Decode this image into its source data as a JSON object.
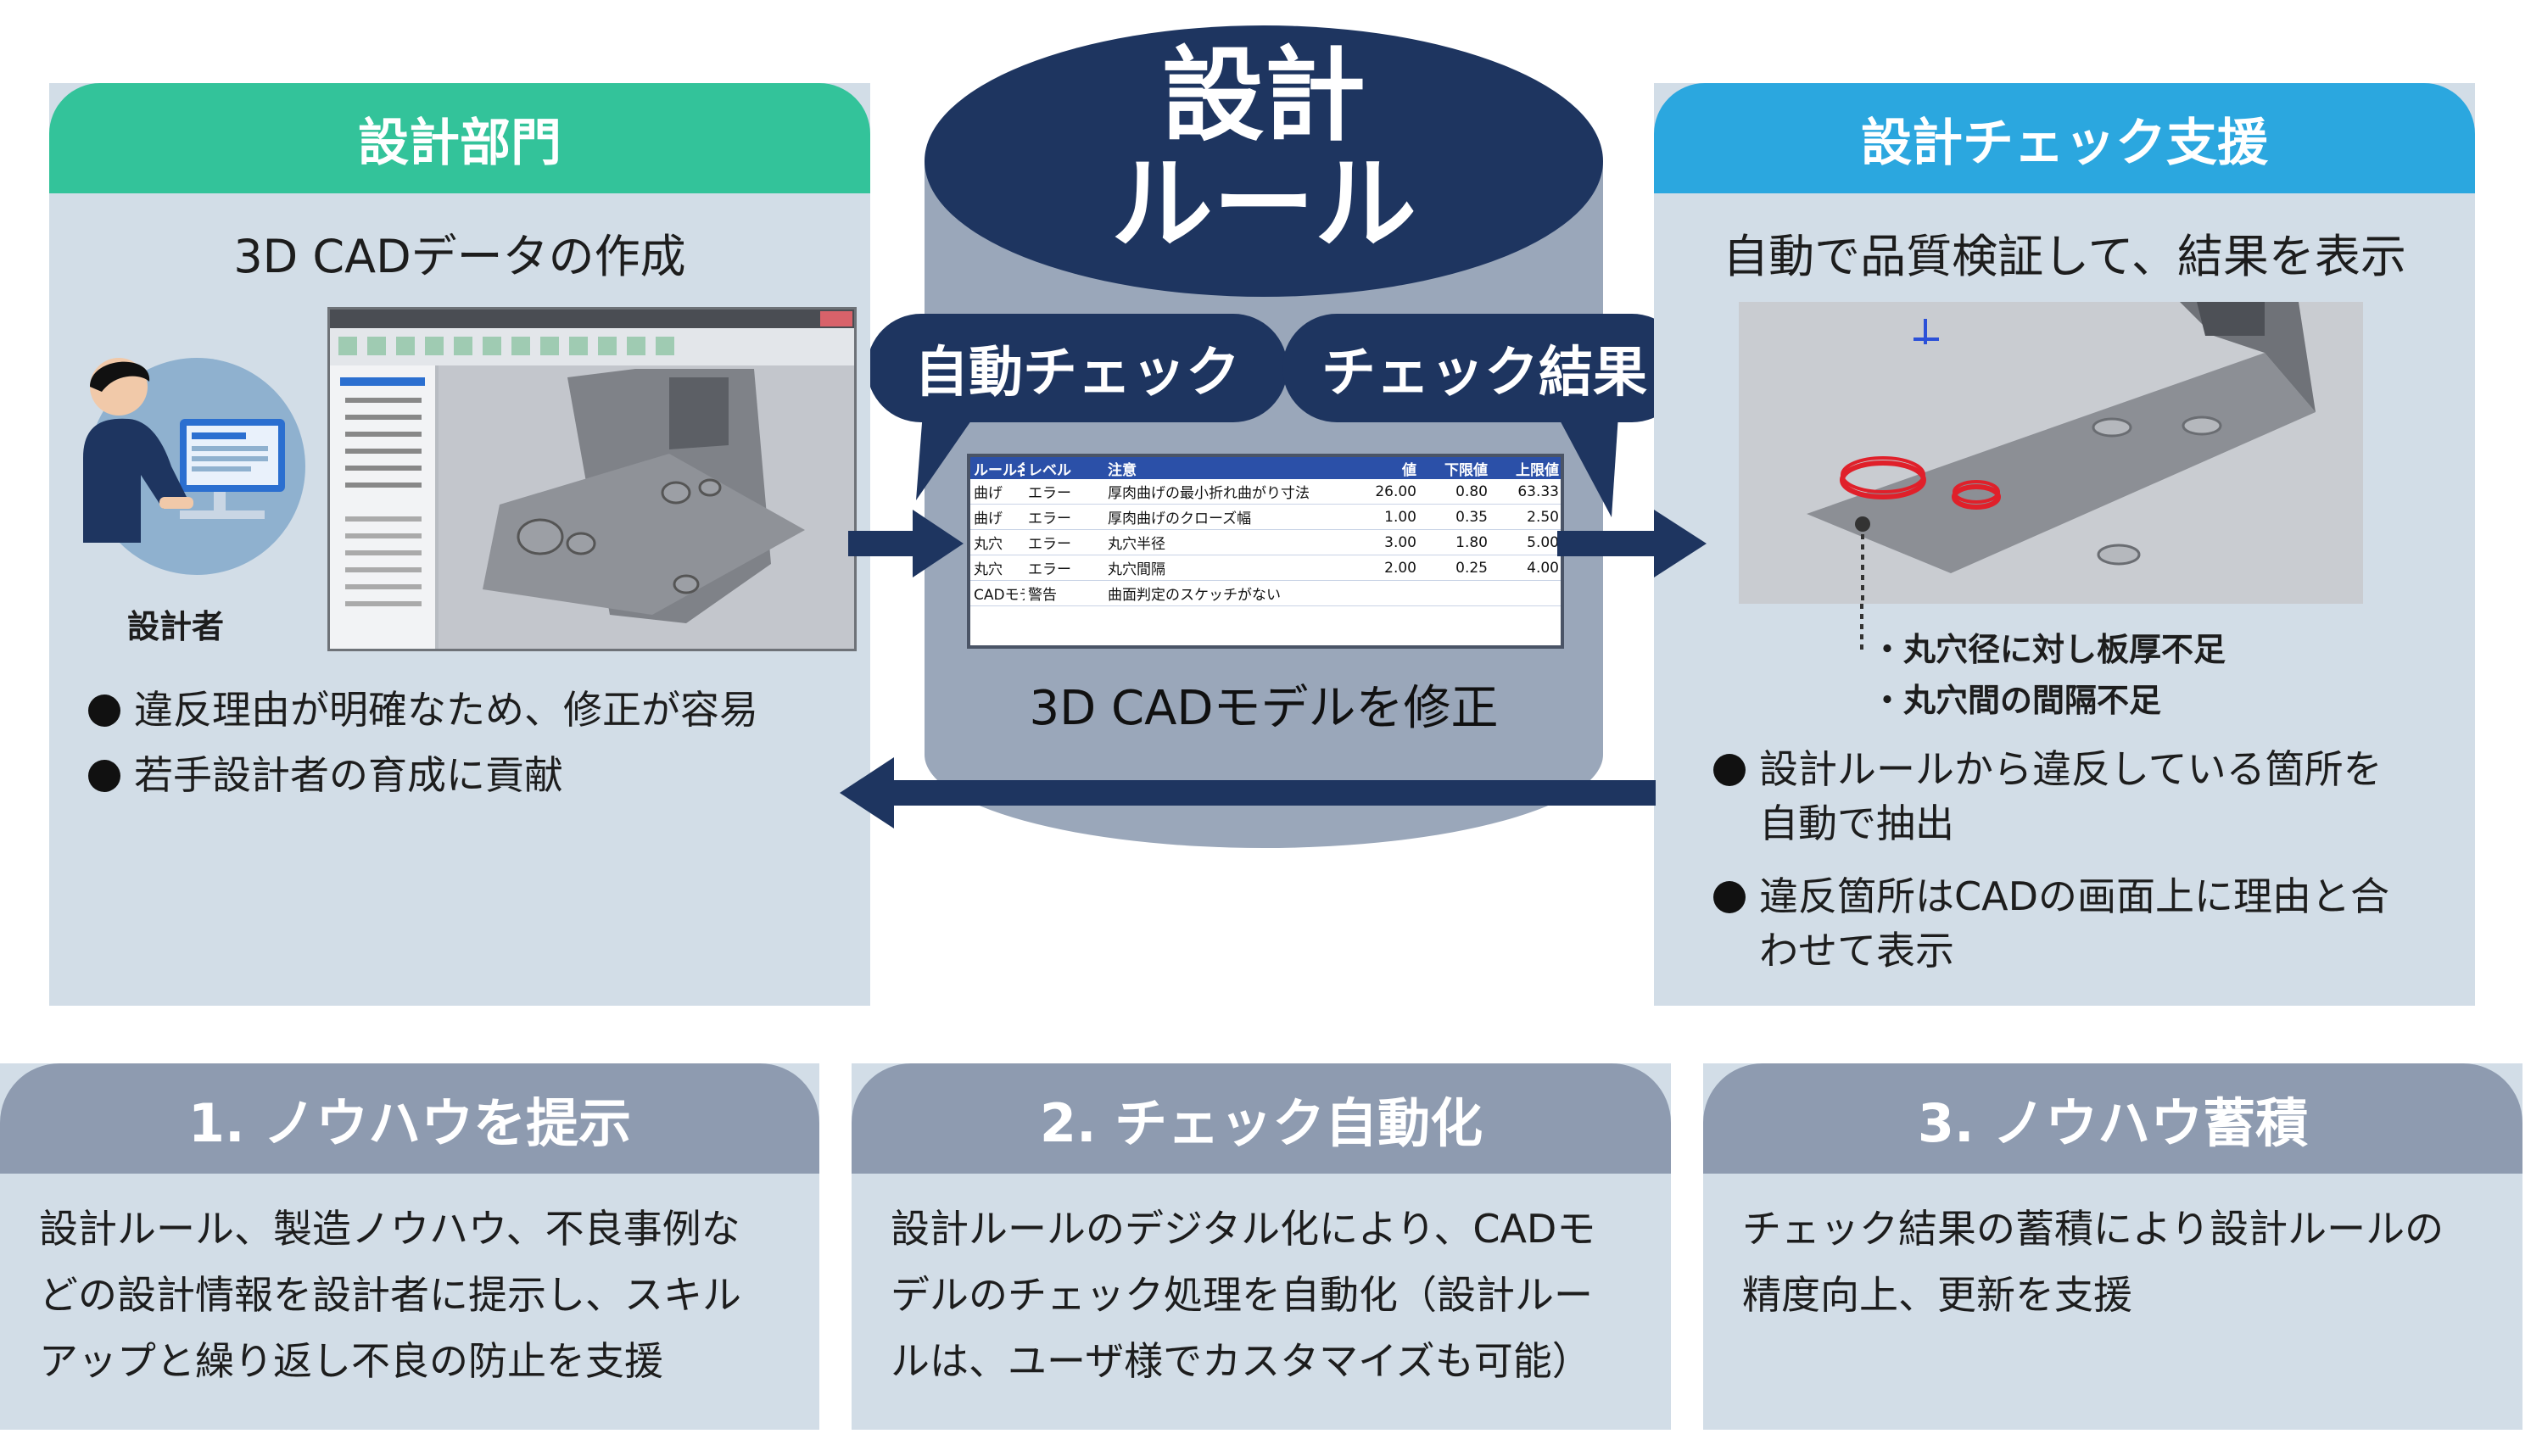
{
  "center": {
    "title_line1": "設計",
    "title_line2": "ルール",
    "bubble_left": "自動チェック",
    "bubble_right": "チェック結果",
    "fix_label": "3D CADモデルを修正",
    "table": {
      "headers": [
        "ルール名",
        "レベル",
        "注意",
        "値",
        "下限値",
        "上限値"
      ],
      "rows": [
        [
          "曲げ",
          "エラー",
          "厚肉曲げの最小折れ曲がり寸法",
          "26.00",
          "0.80",
          "63.33"
        ],
        [
          "曲げ",
          "エラー",
          "厚肉曲げのクローズ幅",
          "1.00",
          "0.35",
          "2.50"
        ],
        [
          "丸穴",
          "エラー",
          "丸穴半径",
          "3.00",
          "1.80",
          "5.00"
        ],
        [
          "丸穴",
          "エラー",
          "丸穴間隔",
          "2.00",
          "0.25",
          "4.00"
        ],
        [
          "CADモデル",
          "警告",
          "曲面判定のスケッチがない",
          "",
          "",
          ""
        ]
      ]
    }
  },
  "left_panel": {
    "header": "設計部門",
    "subtitle": "3D CADデータの作成",
    "designer_label": "設計者",
    "bullets": [
      "違反理由が明確なため、修正が容易",
      "若手設計者の育成に貢献"
    ]
  },
  "right_panel": {
    "header": "設計チェック支援",
    "subtitle": "自動で品質検証して、結果を表示",
    "defects": [
      "・丸穴径に対し板厚不足",
      "・丸穴間の間隔不足"
    ],
    "bullets": [
      [
        "設計ルールから違反している箇所を",
        "自動で抽出"
      ],
      [
        "違反箇所はCADの画面上に理由と合",
        "わせて表示"
      ]
    ]
  },
  "cards": [
    {
      "title": "1. ノウハウを提示",
      "lines": [
        "設計ルール、製造ノウハウ、不良事例な",
        "どの設計情報を設計者に提示し、スキル",
        "アップと繰り返し不良の防止を支援"
      ]
    },
    {
      "title": "2. チェック自動化",
      "lines": [
        "設計ルールのデジタル化により、CADモ",
        "デルのチェック処理を自動化（設計ルー",
        "ルは、ユーザ様でカスタマイズも可能）"
      ]
    },
    {
      "title": "3. ノウハウ蓄積",
      "lines": [
        "チェック結果の蓄積により設計ルールの",
        "精度向上、更新を支援"
      ]
    }
  ],
  "colors": {
    "left_header": "#33c39a",
    "right_header": "#2ba7df",
    "navy": "#1e3560",
    "cylinder": "#9aa7ba",
    "panel_bg": "#d2dde7",
    "card_header": "#8e9bb0",
    "error_red": "#e0202a"
  },
  "icons": [
    "designer-avatar-icon",
    "monitor-icon",
    "arrow-right-icon",
    "arrow-left-icon"
  ]
}
